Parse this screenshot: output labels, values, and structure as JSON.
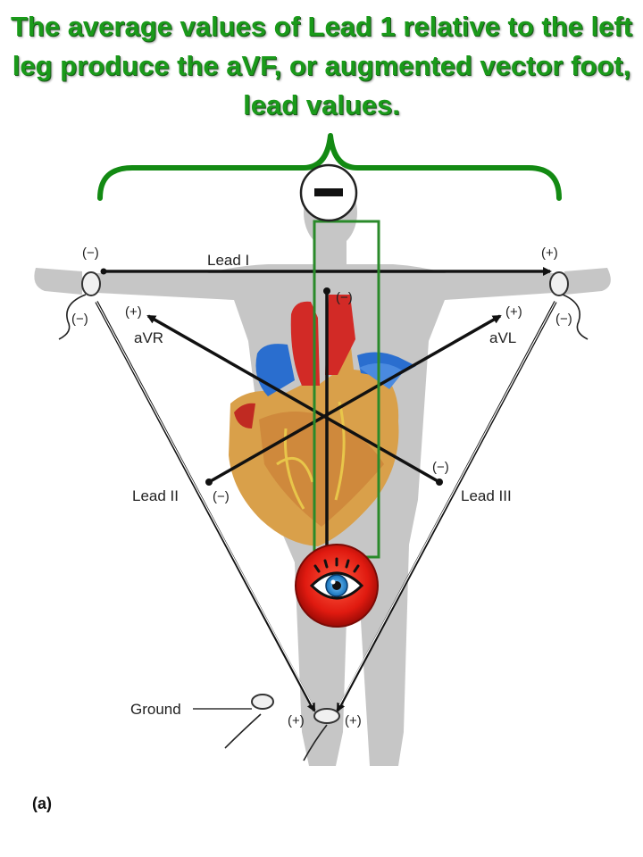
{
  "headline": "The average values of Lead 1 relative to the left leg produce the aVF, or augmented vector foot, lead values.",
  "labels": {
    "lead1": "Lead I",
    "lead2": "Lead II",
    "lead3": "Lead III",
    "avr": "aVR",
    "avl": "aVL",
    "ground": "Ground",
    "panel": "(a)"
  },
  "signs": {
    "neg": "(−)",
    "pos": "(+)",
    "minus_badge": "−"
  },
  "colors": {
    "headline": "#1a9a1a",
    "brace": "#138a13",
    "highlight_box": "#2a8a2a",
    "body": "#c6c6c6",
    "eye_badge": "#e01a10"
  },
  "icons": {
    "minus_badge": "minus-circle-icon",
    "eye_badge": "eye-icon"
  }
}
